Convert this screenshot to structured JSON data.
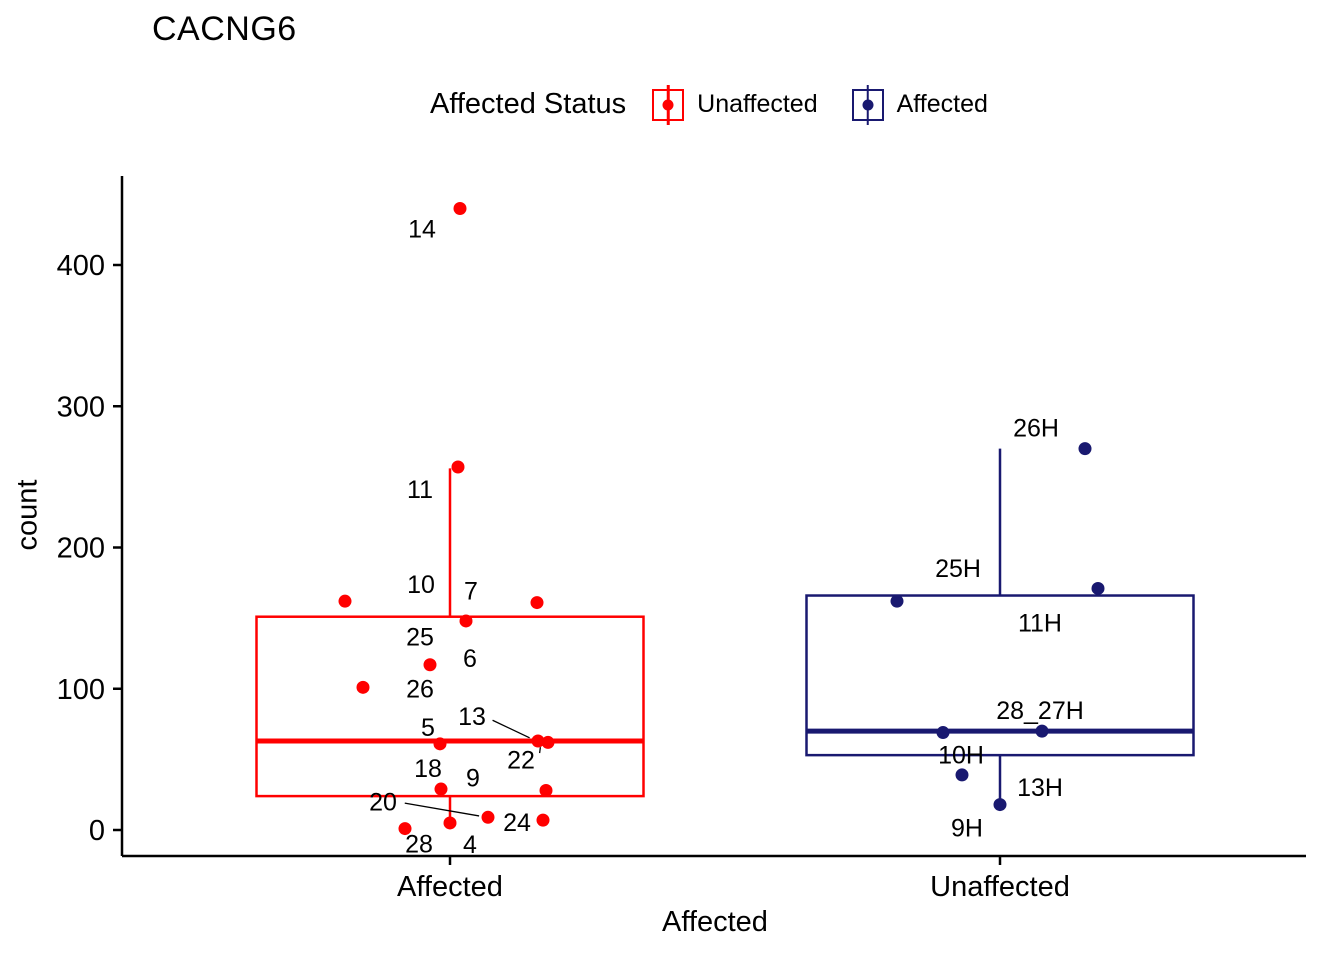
{
  "chart_data": {
    "type": "boxplot",
    "title": "CACNG6",
    "xlabel": "Affected",
    "ylabel": "count",
    "yticks": [
      0,
      100,
      200,
      300,
      400
    ],
    "ylim": [
      -20,
      460
    ],
    "grid": false,
    "legend": {
      "title": "Affected Status",
      "position": "top",
      "entries": [
        {
          "label": "Unaffected",
          "color": "#FF0000"
        },
        {
          "label": "Affected",
          "color": "#191970"
        }
      ]
    },
    "x_categories": [
      "Affected",
      "Unaffected"
    ],
    "groups": [
      {
        "category": "Affected",
        "color": "#FF0000",
        "box": {
          "q1": 24,
          "median": 63,
          "q3": 151,
          "whisker_low": 5,
          "whisker_high": 256
        },
        "points": [
          {
            "label": "14",
            "value": 440,
            "dx": 10,
            "lx": -38,
            "ly": 20
          },
          {
            "label": "11",
            "value": 257,
            "dx": 8,
            "lx": -38,
            "ly": 22
          },
          {
            "label": "10",
            "value": 162,
            "dx": -105,
            "lx": 76,
            "ly": -17
          },
          {
            "label": "7",
            "value": 161,
            "dx": 87,
            "lx": -66,
            "ly": -12
          },
          {
            "label": "6",
            "value": 148,
            "dx": 16,
            "lx": 4,
            "ly": 37
          },
          {
            "label": "25",
            "value": 117,
            "dx": -20,
            "lx": -10,
            "ly": -28
          },
          {
            "label": "26",
            "value": 101,
            "dx": -87,
            "lx": 57,
            "ly": 1
          },
          {
            "label": "5",
            "value": 61,
            "dx": -10,
            "lx": -12,
            "ly": -17
          },
          {
            "label": "13",
            "value": 63,
            "dx": 88,
            "lx": -66,
            "ly": -25,
            "leader": true
          },
          {
            "label": "22",
            "value": 62,
            "dx": 98,
            "lx": -27,
            "ly": 17,
            "leader": true
          },
          {
            "label": "18",
            "value": 29,
            "dx": -9,
            "lx": -13,
            "ly": -21
          },
          {
            "label": "9",
            "value": 28,
            "dx": 96,
            "lx": -73,
            "ly": -13
          },
          {
            "label": "20",
            "value": 9,
            "dx": 38,
            "lx": -105,
            "ly": -16,
            "leader": true
          },
          {
            "label": "24",
            "value": 7,
            "dx": 93,
            "lx": -26,
            "ly": 2
          },
          {
            "label": "28",
            "value": 1,
            "dx": -45,
            "lx": 14,
            "ly": 15
          },
          {
            "label": "4",
            "value": 5,
            "dx": 0,
            "lx": 20,
            "ly": 21
          }
        ]
      },
      {
        "category": "Unaffected",
        "color": "#191970",
        "box": {
          "q1": 53,
          "median": 70,
          "q3": 166,
          "whisker_low": 21,
          "whisker_high": 270
        },
        "points": [
          {
            "label": "26H",
            "value": 270,
            "dx": 85,
            "lx": -49,
            "ly": -21
          },
          {
            "label": "25H",
            "value": 162,
            "dx": -103,
            "lx": 61,
            "ly": -33
          },
          {
            "label": "11H",
            "value": 171,
            "dx": 98,
            "lx": -58,
            "ly": 34
          },
          {
            "label": "28_27H",
            "value": 70,
            "dx": 42,
            "lx": -2,
            "ly": -21
          },
          {
            "label": "10H",
            "value": 69,
            "dx": -57,
            "lx": 18,
            "ly": 22
          },
          {
            "label": "13H",
            "value": 39,
            "dx": -38,
            "lx": 78,
            "ly": 12
          },
          {
            "label": "9H",
            "value": 18,
            "dx": 0,
            "lx": -33,
            "ly": 23
          }
        ]
      }
    ]
  }
}
